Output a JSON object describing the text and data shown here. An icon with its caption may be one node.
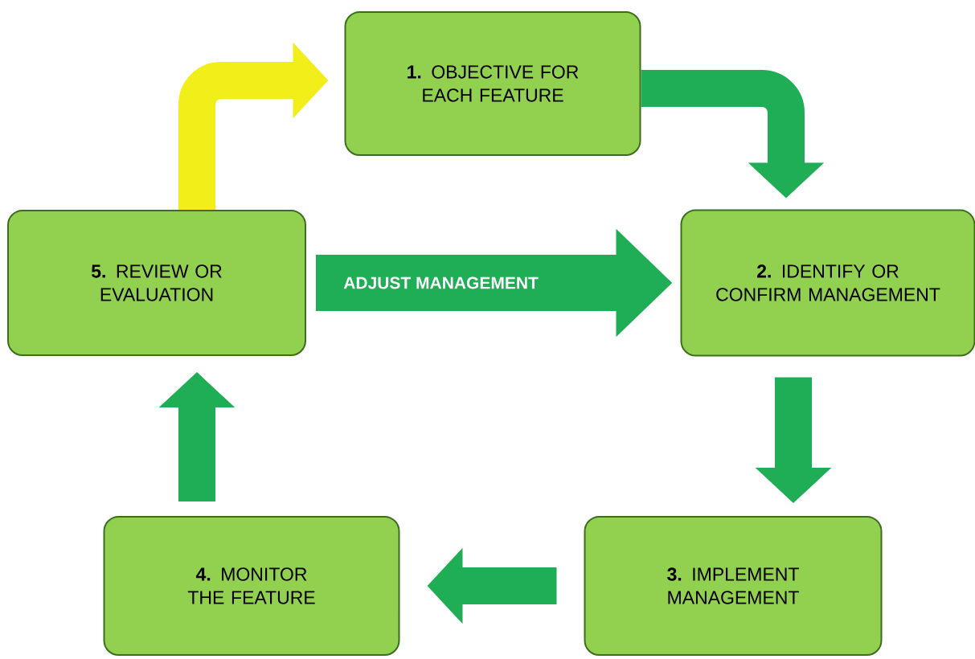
{
  "diagram": {
    "nodes": [
      {
        "text": [
          "**1.** OBJECTIVE FOR EACH FEATURE"
        ]
      },
      {
        "text": [
          "**2.** IDENTIFY OR CONFIRM MANAGEMENT"
        ]
      },
      {
        "text": [
          "**3.** IMPLEMENT MANAGEMENT"
        ]
      },
      {
        "text": [
          "**4.** MONITOR THE FEATURE"
        ]
      },
      {
        "text": [
          "**5.** REVIEW OR EVALUATION"
        ]
      }
    ],
    "edges": [
      {
        "from": 0,
        "to": 1,
        "arrow": "to"
      },
      {
        "from": 1,
        "to": 2,
        "arrow": "to"
      },
      {
        "from": 2,
        "to": 3,
        "arrow": "to"
      },
      {
        "from": 3,
        "to": 4,
        "arrow": "to"
      },
      {
        "from": 4,
        "to": 0,
        "arrow": "to",
        "color": "#f2ee1a"
      },
      {
        "from": 4,
        "to": 1,
        "arrow": "to",
        "label": "ADJUST MANAGEMENT"
      }
    ]
  }
}
